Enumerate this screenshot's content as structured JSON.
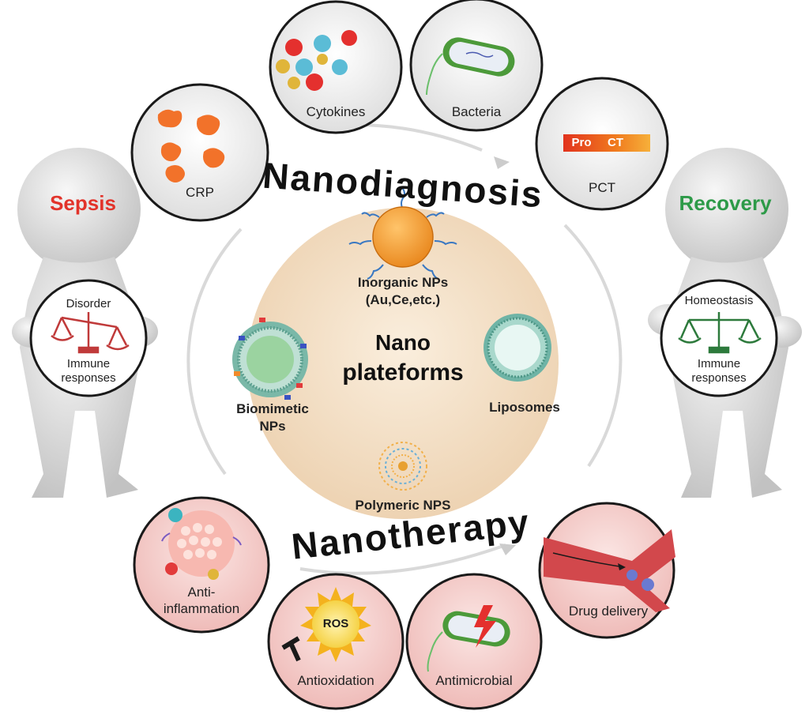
{
  "left_figure": {
    "title": "Sepsis",
    "scale_top": "Disorder",
    "scale_bottom_line1": "Immune",
    "scale_bottom_line2": "responses"
  },
  "right_figure": {
    "title": "Recovery",
    "scale_top": "Homeostasis",
    "scale_bottom_line1": "Immune",
    "scale_bottom_line2": "responses"
  },
  "arc_top": "Nanodiagnosis",
  "arc_bottom": "Nanotherapy",
  "center": {
    "title_line1": "Nano",
    "title_line2": "plateforms",
    "inorganic_line1": "Inorganic NPs",
    "inorganic_line2": "(Au,Ce,etc.)",
    "biomimetic_line1": "Biomimetic",
    "biomimetic_line2": "NPs",
    "liposomes": "Liposomes",
    "polymeric": "Polymeric NPS"
  },
  "diagnosis": {
    "crp": "CRP",
    "cytokines": "Cytokines",
    "bacteria": "Bacteria",
    "pct": "PCT",
    "pct_bar_left": "Pro",
    "pct_bar_right": "CT"
  },
  "therapy": {
    "anti_line1": "Anti-",
    "anti_line2": "inflammation",
    "antioxidation": "Antioxidation",
    "ros": "ROS",
    "antimicrobial": "Antimicrobial",
    "drug_delivery": "Drug delivery"
  },
  "colors": {
    "sepsis": "#e2332a",
    "recovery": "#2d9a48",
    "center_fill": "#f2dcc0",
    "therapy_fill": "#f6d2d0",
    "diagnosis_fill": "#ececec"
  }
}
